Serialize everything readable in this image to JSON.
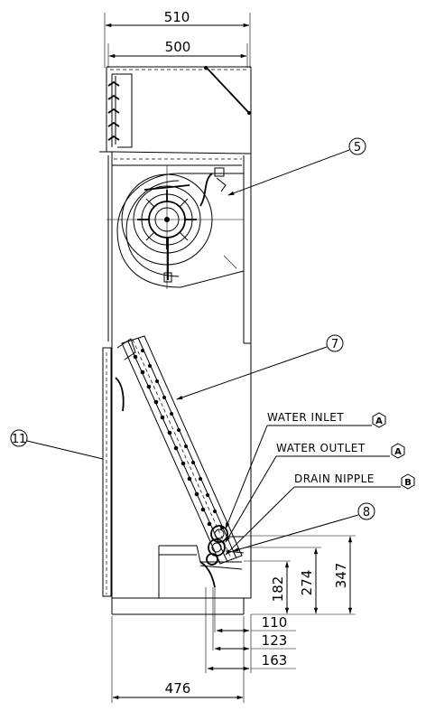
{
  "dimensions": {
    "top_outer": "510",
    "top_inner": "500",
    "bottom_width": "476",
    "v_182": "182",
    "v_274": "274",
    "v_347": "347",
    "h_110": "110",
    "h_123": "123",
    "h_163": "163"
  },
  "callouts": {
    "c5": "5",
    "c7": "7",
    "c8": "8",
    "c11": "11"
  },
  "labels": {
    "water_inlet": "WATER INLET",
    "water_outlet": "WATER OUTLET",
    "drain_nipple": "DRAIN NIPPLE",
    "sym_a1": "A",
    "sym_a2": "A",
    "sym_b": "B"
  }
}
